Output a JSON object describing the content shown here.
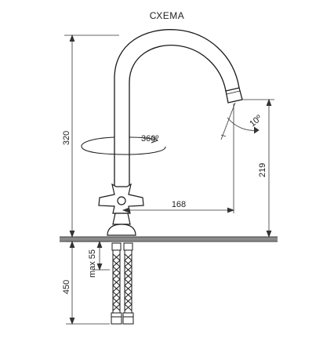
{
  "title": "СХЕМА",
  "dimensions": {
    "total_height": "320",
    "spout_height": "219",
    "reach": "168",
    "rotation": "360º",
    "angle": "10º",
    "hose_length": "450",
    "max_thickness": "max 55"
  },
  "colors": {
    "line": "#1a1a1a",
    "dim": "#333333",
    "worktop": "#7a7a7a",
    "background": "#ffffff"
  }
}
